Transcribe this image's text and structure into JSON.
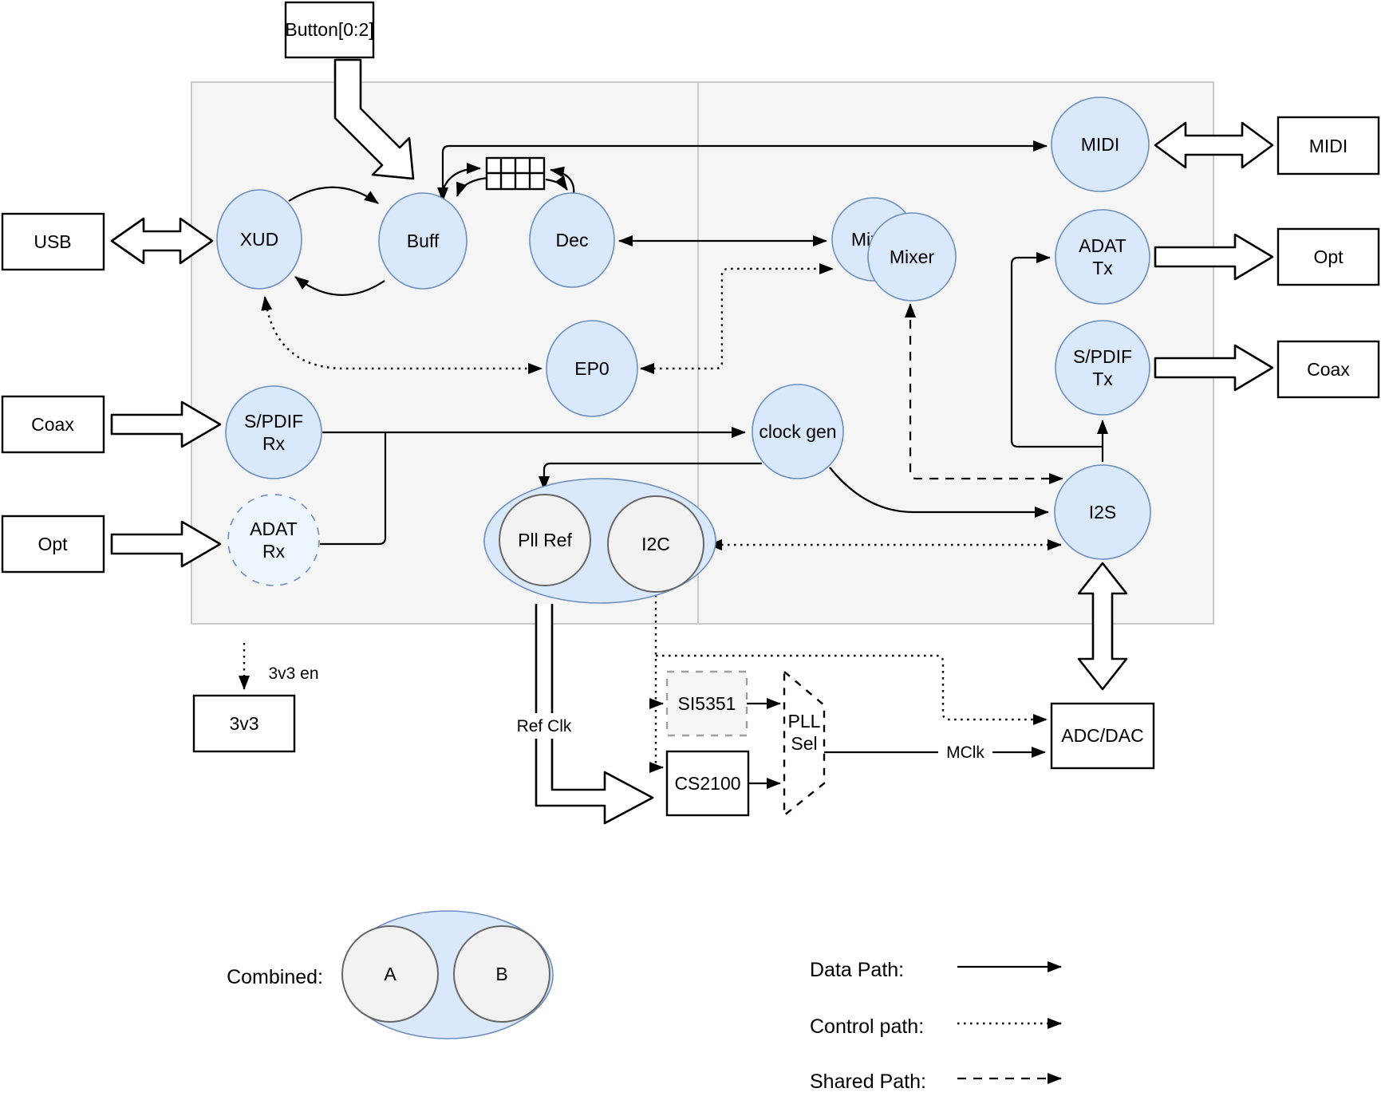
{
  "colors": {
    "node_fill": "#dae8fc",
    "node_stroke": "#6c8ebf",
    "faded_node_fill": "#edf6fd",
    "tile_fill": "#f5f5f5",
    "tile_stroke": "#c9c9c9",
    "inner_circle_fill": "#f2f2f2",
    "inner_circle_stroke": "#666666",
    "line_color": "#000000"
  },
  "io": {
    "button": "Button[0:2]",
    "usb": "USB",
    "coax_in": "Coax",
    "opt_in": "Opt",
    "midi_out": "MIDI",
    "opt_out": "Opt",
    "coax_out": "Coax",
    "power": "3v3"
  },
  "cores": {
    "xud": "XUD",
    "buff": "Buff",
    "dec": "Dec",
    "ep0": "EP0",
    "midi": "MIDI",
    "mixer": "Mixer",
    "clock_gen": "clock gen",
    "i2s": "I2S",
    "pll_ref": "Pll Ref",
    "i2c": "I2C",
    "adat_tx": {
      "line1": "ADAT",
      "line2": "Tx"
    },
    "spdif_tx": {
      "line1": "S/PDIF",
      "line2": "Tx"
    },
    "spdif_rx": {
      "line1": "S/PDIF",
      "line2": "Rx"
    },
    "adat_rx": {
      "line1": "ADAT",
      "line2": "Rx"
    }
  },
  "clocking": {
    "si5351": "SI5351",
    "cs2100": "CS2100",
    "pll_sel": {
      "line1": "PLL",
      "line2": "Sel"
    },
    "adc_dac": "ADC/DAC",
    "mclk": "MClk",
    "ref_clk": "Ref Clk"
  },
  "annotations": {
    "power_enable": "3v3 en"
  },
  "legend": {
    "combined": "Combined:",
    "node_a": "A",
    "node_b": "B",
    "data_path": "Data Path:",
    "control_path": "Control path:",
    "shared_path": "Shared Path:"
  }
}
